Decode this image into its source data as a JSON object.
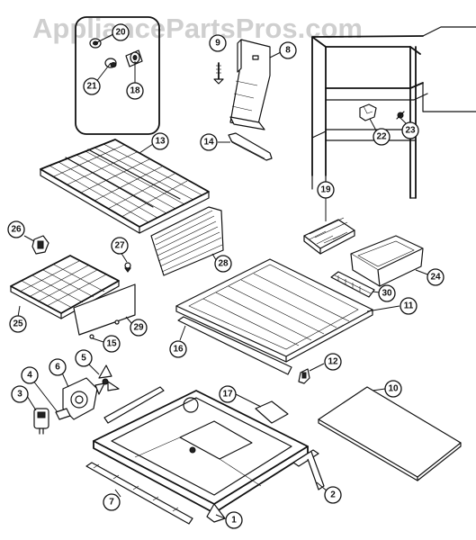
{
  "watermark": "AppliancePartsPros.com",
  "callouts": [
    {
      "id": "1",
      "label": "1"
    },
    {
      "id": "2",
      "label": "2"
    },
    {
      "id": "3",
      "label": "3"
    },
    {
      "id": "4",
      "label": "4"
    },
    {
      "id": "5",
      "label": "5"
    },
    {
      "id": "6",
      "label": "6"
    },
    {
      "id": "7",
      "label": "7"
    },
    {
      "id": "8",
      "label": "8"
    },
    {
      "id": "9",
      "label": "9"
    },
    {
      "id": "10",
      "label": "10"
    },
    {
      "id": "11",
      "label": "11"
    },
    {
      "id": "12",
      "label": "12"
    },
    {
      "id": "13",
      "label": "13"
    },
    {
      "id": "14",
      "label": "14"
    },
    {
      "id": "15",
      "label": "15"
    },
    {
      "id": "16",
      "label": "16"
    },
    {
      "id": "17",
      "label": "17"
    },
    {
      "id": "18",
      "label": "18"
    },
    {
      "id": "19",
      "label": "19"
    },
    {
      "id": "20",
      "label": "20"
    },
    {
      "id": "21",
      "label": "21"
    },
    {
      "id": "22",
      "label": "22"
    },
    {
      "id": "23",
      "label": "23"
    },
    {
      "id": "24",
      "label": "24"
    },
    {
      "id": "25",
      "label": "25"
    },
    {
      "id": "26",
      "label": "26"
    },
    {
      "id": "27",
      "label": "27"
    },
    {
      "id": "28",
      "label": "28"
    },
    {
      "id": "29",
      "label": "29"
    },
    {
      "id": "30",
      "label": "30"
    }
  ]
}
